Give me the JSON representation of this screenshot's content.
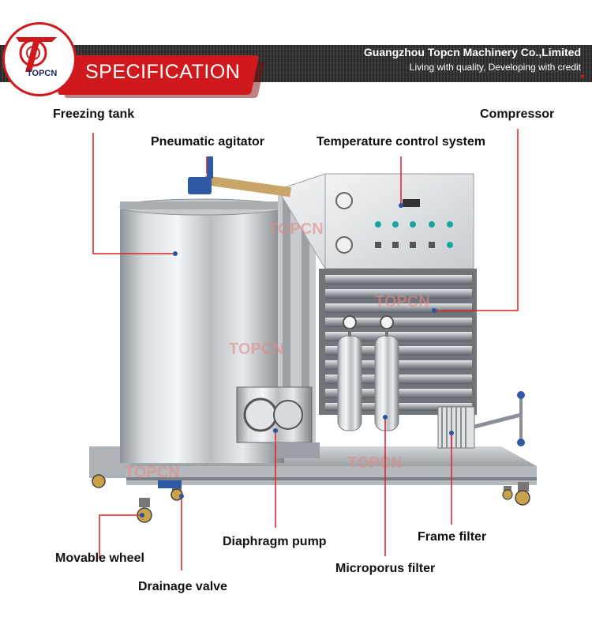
{
  "header": {
    "title": "SPECIFICATION",
    "company": "Guangzhou Topcn Machinery Co.,Limited",
    "slogan": "Living with quality, Developing with credit",
    "logo_text": "TOPCN"
  },
  "watermark": "TOPCN",
  "colors": {
    "accent_red": "#d0191c",
    "callout_red": "#e02020",
    "dark_band": "#2f2f2f"
  },
  "labels": {
    "freezing_tank": "Freezing tank",
    "pneumatic_agitator": "Pneumatic agitator",
    "temperature_control": "Temperature control system",
    "compressor": "Compressor",
    "movable_wheel": "Movable wheel",
    "drainage_valve": "Drainage valve",
    "diaphragm_pump": "Diaphragm pump",
    "microporus_filter": "Microporus filter",
    "frame_filter": "Frame filter"
  }
}
